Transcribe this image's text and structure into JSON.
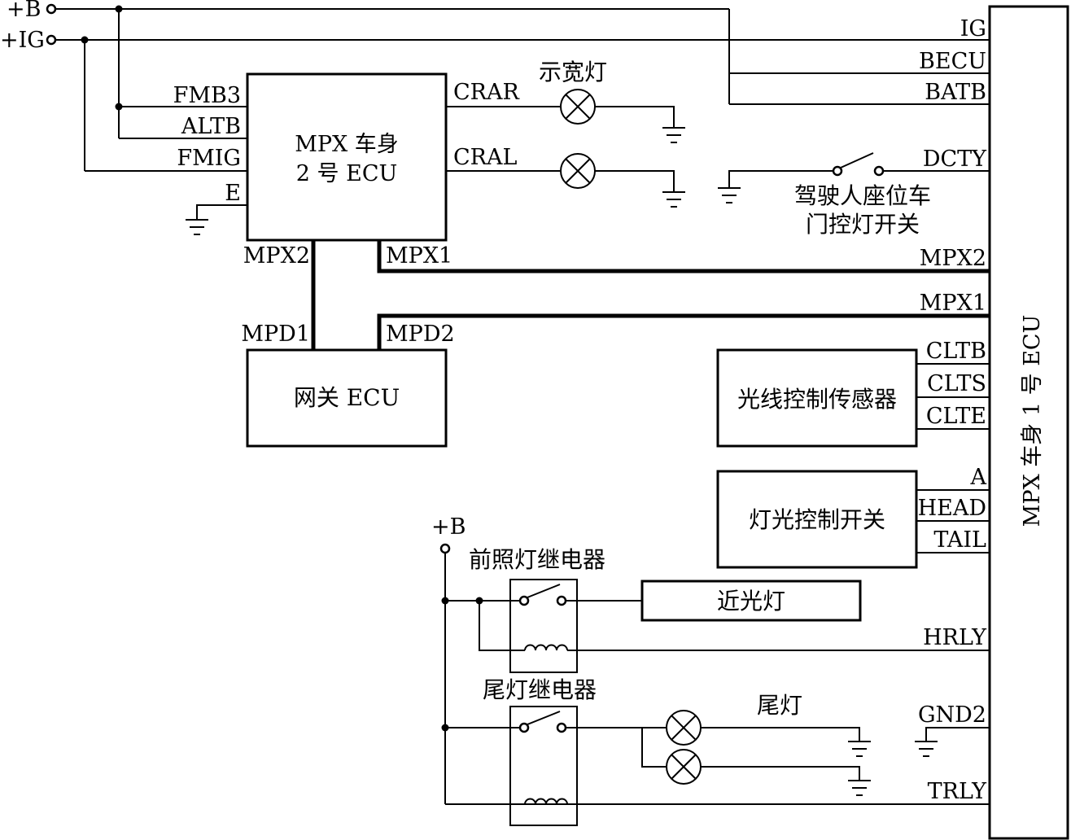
{
  "supply": {
    "plus_b": "+B",
    "plus_ig": "+IG",
    "relay_b": "+B"
  },
  "ecu1": {
    "title": "MPX 车身 1 号 ECU",
    "pins": {
      "ig": "IG",
      "becu": "BECU",
      "batb": "BATB",
      "dcty": "DCTY",
      "mpx2": "MPX2",
      "mpx1": "MPX1",
      "cltb": "CLTB",
      "clts": "CLTS",
      "clte": "CLTE",
      "a": "A",
      "head": "HEAD",
      "tail": "TAIL",
      "hrly": "HRLY",
      "gnd2": "GND2",
      "trly": "TRLY"
    }
  },
  "ecu2": {
    "title_line1": "MPX 车身",
    "title_line2": "2 号 ECU",
    "pins": {
      "fmb3": "FMB3",
      "altb": "ALTB",
      "fmig": "FMIG",
      "e": "E",
      "crar": "CRAR",
      "cral": "CRAL",
      "mpx2": "MPX2",
      "mpx1": "MPX1"
    }
  },
  "gateway": {
    "title": "网关 ECU",
    "mpd1": "MPD1",
    "mpd2": "MPD2"
  },
  "sensor": {
    "title": "光线控制传感器"
  },
  "light_switch": {
    "title": "灯光控制开关"
  },
  "lamps": {
    "clearance": "示宽灯",
    "low_beam": "近光灯",
    "tail": "尾灯"
  },
  "relays": {
    "headlamp": "前照灯继电器",
    "tail": "尾灯继电器"
  },
  "door_switch": {
    "line1": "驾驶人座位车",
    "line2": "门控灯开关"
  }
}
